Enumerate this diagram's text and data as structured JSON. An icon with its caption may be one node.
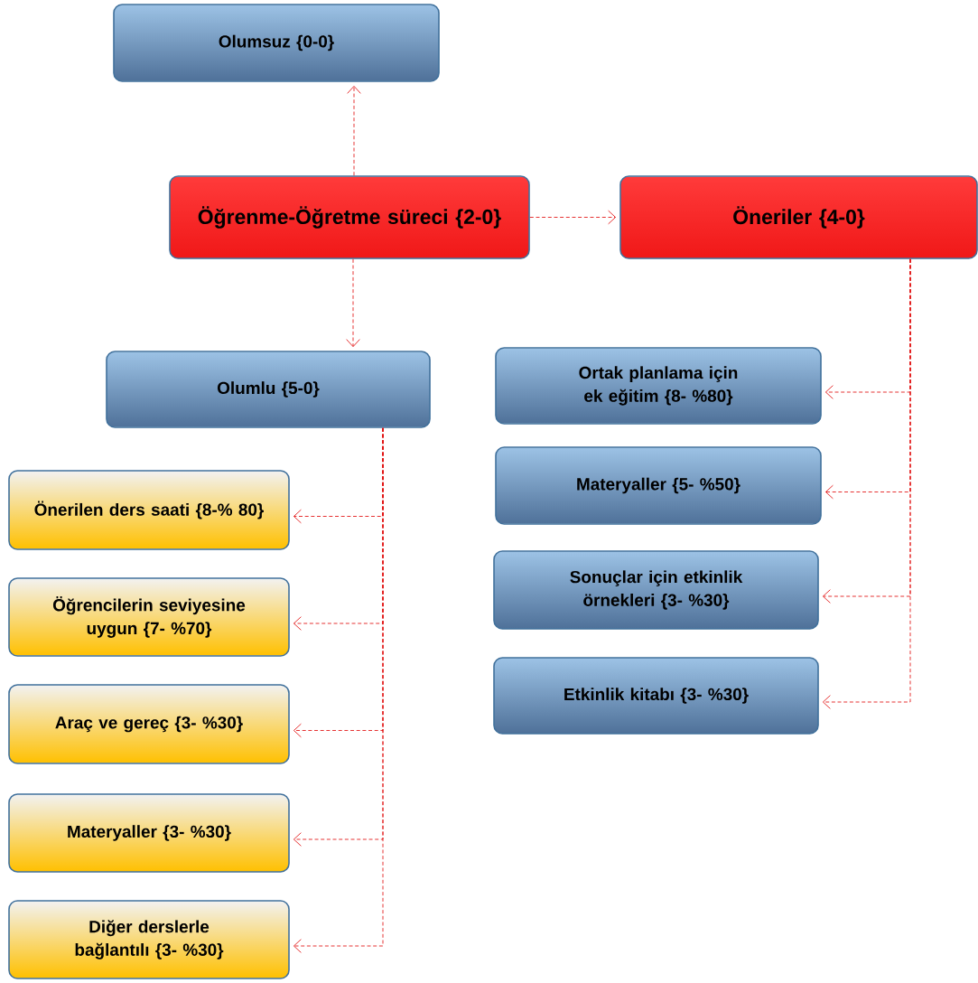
{
  "diagram": {
    "nodes": [
      {
        "text": [
          "Olumsuz {0-0}"
        ]
      },
      {
        "text": [
          "Öğrenme-Öğretme süreci {2-0}"
        ]
      },
      {
        "text": [
          "Öneriler {4-0}"
        ]
      },
      {
        "text": [
          "Olumlu {5-0}"
        ]
      },
      {
        "text": [
          "Önerilen ders saati {8-% 80}"
        ]
      },
      {
        "text": [
          "Öğrencilerin seviyesine uygun {7- %70}"
        ]
      },
      {
        "text": [
          "Araç ve gereç {3- %30}"
        ]
      },
      {
        "text": [
          "Materyaller {3- %30}"
        ]
      },
      {
        "text": [
          "Diğer derslerle bağlantılı {3- %30}"
        ]
      },
      {
        "text": [
          "Ortak planlama için ek eğitim {8- %80}"
        ]
      },
      {
        "text": [
          "Materyaller {5- %50}"
        ]
      },
      {
        "text": [
          "Sonuçlar için etkinlik örnekleri {3- %30}"
        ]
      },
      {
        "text": [
          "Etkinlik kitabı {3- %30}"
        ]
      }
    ],
    "edges": [
      {
        "from": 1,
        "to": 0,
        "arrow": "to",
        "style": "dashed"
      },
      {
        "from": 1,
        "to": 2,
        "arrow": "to",
        "style": "dashed"
      },
      {
        "from": 1,
        "to": 3,
        "arrow": "to",
        "style": "dashed"
      },
      {
        "from": 3,
        "to": 4,
        "arrow": "to",
        "style": "dashed"
      },
      {
        "from": 3,
        "to": 5,
        "arrow": "to",
        "style": "dashed"
      },
      {
        "from": 3,
        "to": 6,
        "arrow": "to",
        "style": "dashed"
      },
      {
        "from": 3,
        "to": 7,
        "arrow": "to",
        "style": "dashed"
      },
      {
        "from": 3,
        "to": 8,
        "arrow": "to",
        "style": "dashed"
      },
      {
        "from": 2,
        "to": 9,
        "arrow": "to",
        "style": "dashed"
      },
      {
        "from": 2,
        "to": 10,
        "arrow": "to",
        "style": "dashed"
      },
      {
        "from": 2,
        "to": 11,
        "arrow": "to",
        "style": "dashed"
      },
      {
        "from": 2,
        "to": 12,
        "arrow": "to",
        "style": "dashed"
      }
    ]
  }
}
